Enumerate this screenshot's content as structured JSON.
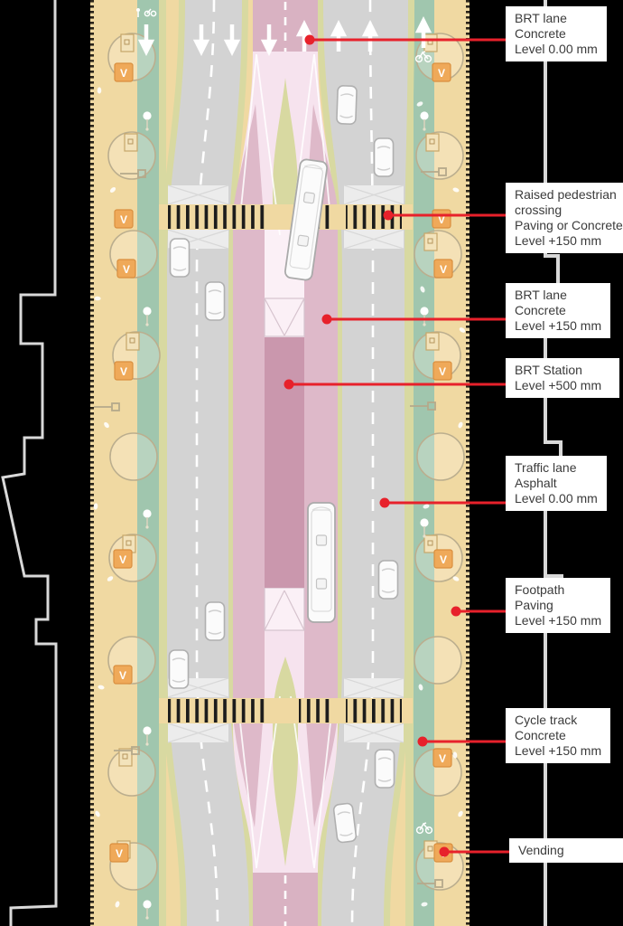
{
  "colors": {
    "bg": "#000000",
    "tan": "#f0d9a2",
    "green": "#a0c6ae",
    "olive": "#d8d9a1",
    "road": "#d3d3d3",
    "ramp": "#ececec",
    "pale": "#f6e3ee",
    "palecol": "#fbf0f6",
    "brtmid": "#deb9c9",
    "brtdark": "#d9b2c2",
    "station": "#ca97ad",
    "red": "#e7212b",
    "line": "#d9d9d9",
    "text": "#3b3b3b",
    "box": "#ffffff",
    "orange": "#efa959",
    "stripe": "#1c1c1c"
  },
  "diagram": {
    "vending_glyph": "V"
  },
  "callouts": [
    {
      "id": "brt-lane-0",
      "lines": [
        "BRT lane",
        "Concrete",
        "Level 0.00 mm"
      ]
    },
    {
      "id": "raised-crossing",
      "lines": [
        "Raised pedestrian",
        "crossing",
        "Paving or Concrete",
        "Level +150 mm"
      ]
    },
    {
      "id": "brt-lane-150",
      "lines": [
        "BRT lane",
        "Concrete",
        "Level +150 mm"
      ]
    },
    {
      "id": "brt-station",
      "lines": [
        "BRT Station",
        "Level +500 mm"
      ]
    },
    {
      "id": "traffic-lane",
      "lines": [
        "Traffic lane",
        "Asphalt",
        "Level 0.00 mm"
      ]
    },
    {
      "id": "footpath",
      "lines": [
        "Footpath",
        "Paving",
        "Level +150 mm"
      ]
    },
    {
      "id": "cycle-track",
      "lines": [
        "Cycle track",
        "Concrete",
        "Level +150 mm"
      ]
    },
    {
      "id": "vending",
      "lines": [
        "Vending"
      ]
    }
  ]
}
